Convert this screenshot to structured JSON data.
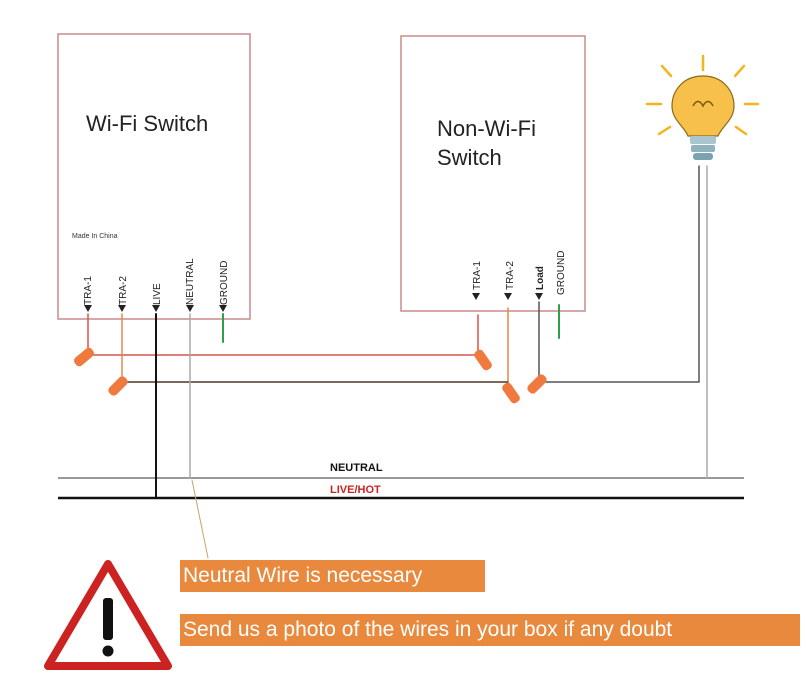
{
  "boxes": {
    "wifi_switch": {
      "title": "Wi-Fi Switch",
      "made_in": "Made In China",
      "terminals": [
        "TRA-1",
        "TRA-2",
        "LIVE",
        "NEUTRAL",
        "GROUND"
      ]
    },
    "non_wifi_switch": {
      "title_line1": "Non-Wi-Fi",
      "title_line2": "Switch",
      "terminals": [
        "TRA-1",
        "TRA-2",
        "Load",
        "GROUND"
      ]
    }
  },
  "bus_labels": {
    "neutral": "NEUTRAL",
    "live": "LIVE/HOT"
  },
  "notes": {
    "neutral_required": "Neutral Wire is necessary",
    "photo_request": "Send us a photo of the wires in your box if any doubt"
  },
  "icons": [
    "warning-icon",
    "light-bulb-icon"
  ],
  "colors": {
    "box_border": "#c98b8b",
    "traveler_red": "#d9534f",
    "traveler_orange": "#e08a4a",
    "connector": "#f07a3e",
    "ground": "#2e9e4f",
    "live_line": "#111111",
    "neutral_line": "#999999",
    "live_label": "#cc2222",
    "banner": "#e8893d",
    "warning": "#cc2222"
  }
}
